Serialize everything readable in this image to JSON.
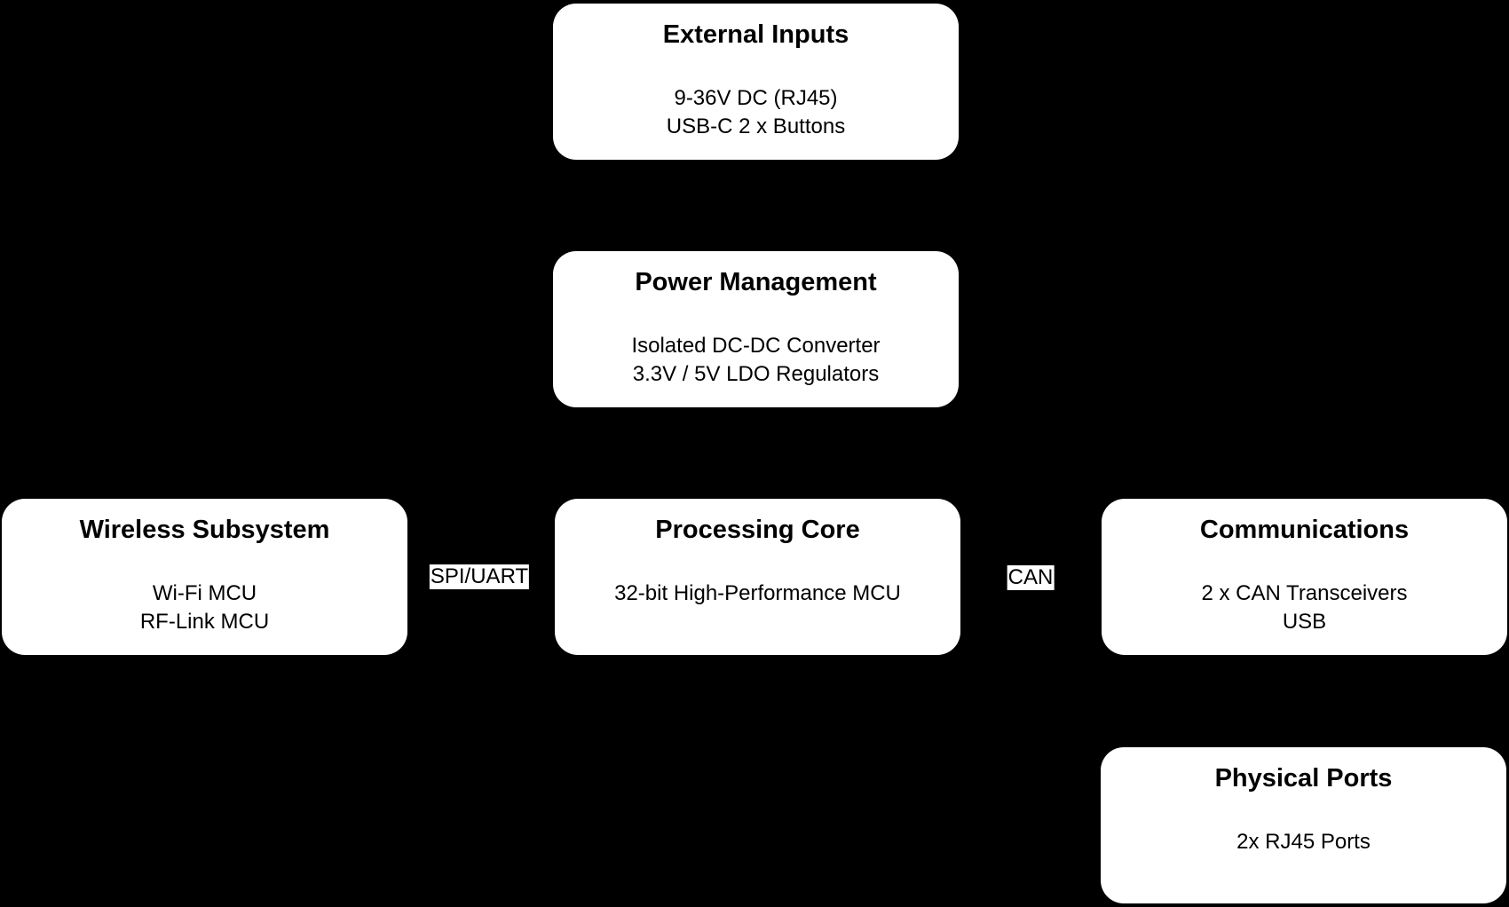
{
  "diagram": {
    "background_color": "#000000",
    "node_fill_color": "#ffffff",
    "text_color": "#000000",
    "nodes": [
      {
        "id": "external-inputs",
        "title": "External Inputs",
        "lines": [
          "9-36V DC (RJ45)",
          "USB-C 2 x Buttons"
        ]
      },
      {
        "id": "power-management",
        "title": "Power Management",
        "lines": [
          "Isolated DC-DC Converter",
          "3.3V / 5V LDO Regulators"
        ]
      },
      {
        "id": "wireless-subsystem",
        "title": "Wireless Subsystem",
        "lines": [
          "Wi-Fi MCU",
          "RF-Link MCU"
        ]
      },
      {
        "id": "processing-core",
        "title": "Processing Core",
        "lines": [
          "32-bit High-Performance MCU"
        ]
      },
      {
        "id": "communications",
        "title": "Communications",
        "lines": [
          "2 x CAN Transceivers",
          "USB"
        ]
      },
      {
        "id": "physical-ports",
        "title": "Physical Ports",
        "lines": [
          "2x RJ45 Ports"
        ]
      }
    ],
    "edge_labels": [
      {
        "id": "spi-uart",
        "text": "SPI/UART"
      },
      {
        "id": "can",
        "text": "CAN"
      }
    ]
  }
}
